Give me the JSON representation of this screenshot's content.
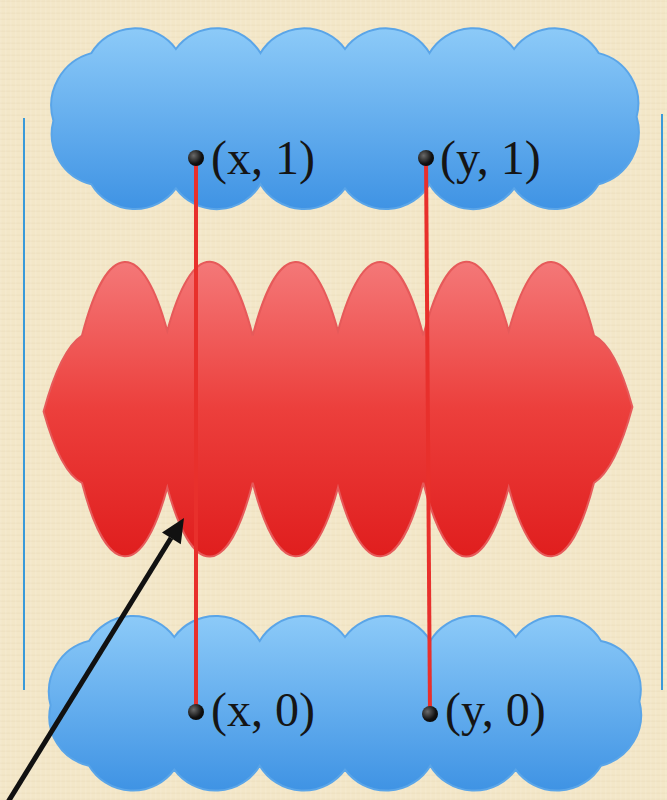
{
  "diagram": {
    "nodes": [
      {
        "text": [
          "(x, 1)",
          "(y, 1)"
        ]
      },
      {
        "text": [
          "(x, 0)",
          "(y, 0)"
        ]
      }
    ],
    "edges": [
      {
        "from": 0,
        "to": 1,
        "arrow": "none"
      },
      {
        "from": 0,
        "to": 1,
        "arrow": "none"
      },
      {
        "from": 0,
        "to": 1,
        "arrow": "none"
      },
      {
        "from": 0,
        "to": 1,
        "arrow": "none"
      }
    ]
  }
}
